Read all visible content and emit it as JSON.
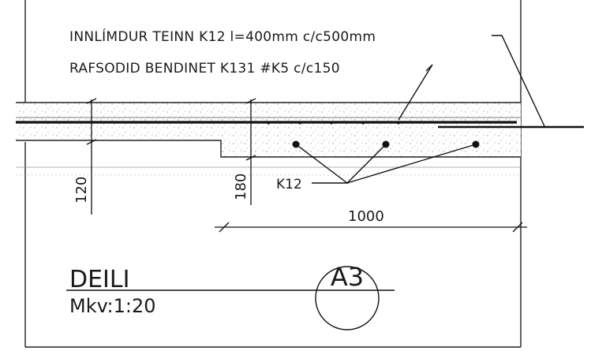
{
  "detail": {
    "notes": {
      "line1": "INNLÍMDUR TEINN K12 l=400mm c/c500mm",
      "line2": "RAFSODID BENDINET K131 #K5 c/c150"
    },
    "dimensions": {
      "slab_thickness_left": "120",
      "slab_thickness_right": "180",
      "span_length": "1000"
    },
    "bar_callout": "K12",
    "title": "DEILI",
    "scale": "Mkv:1:20",
    "reference": "A3"
  }
}
